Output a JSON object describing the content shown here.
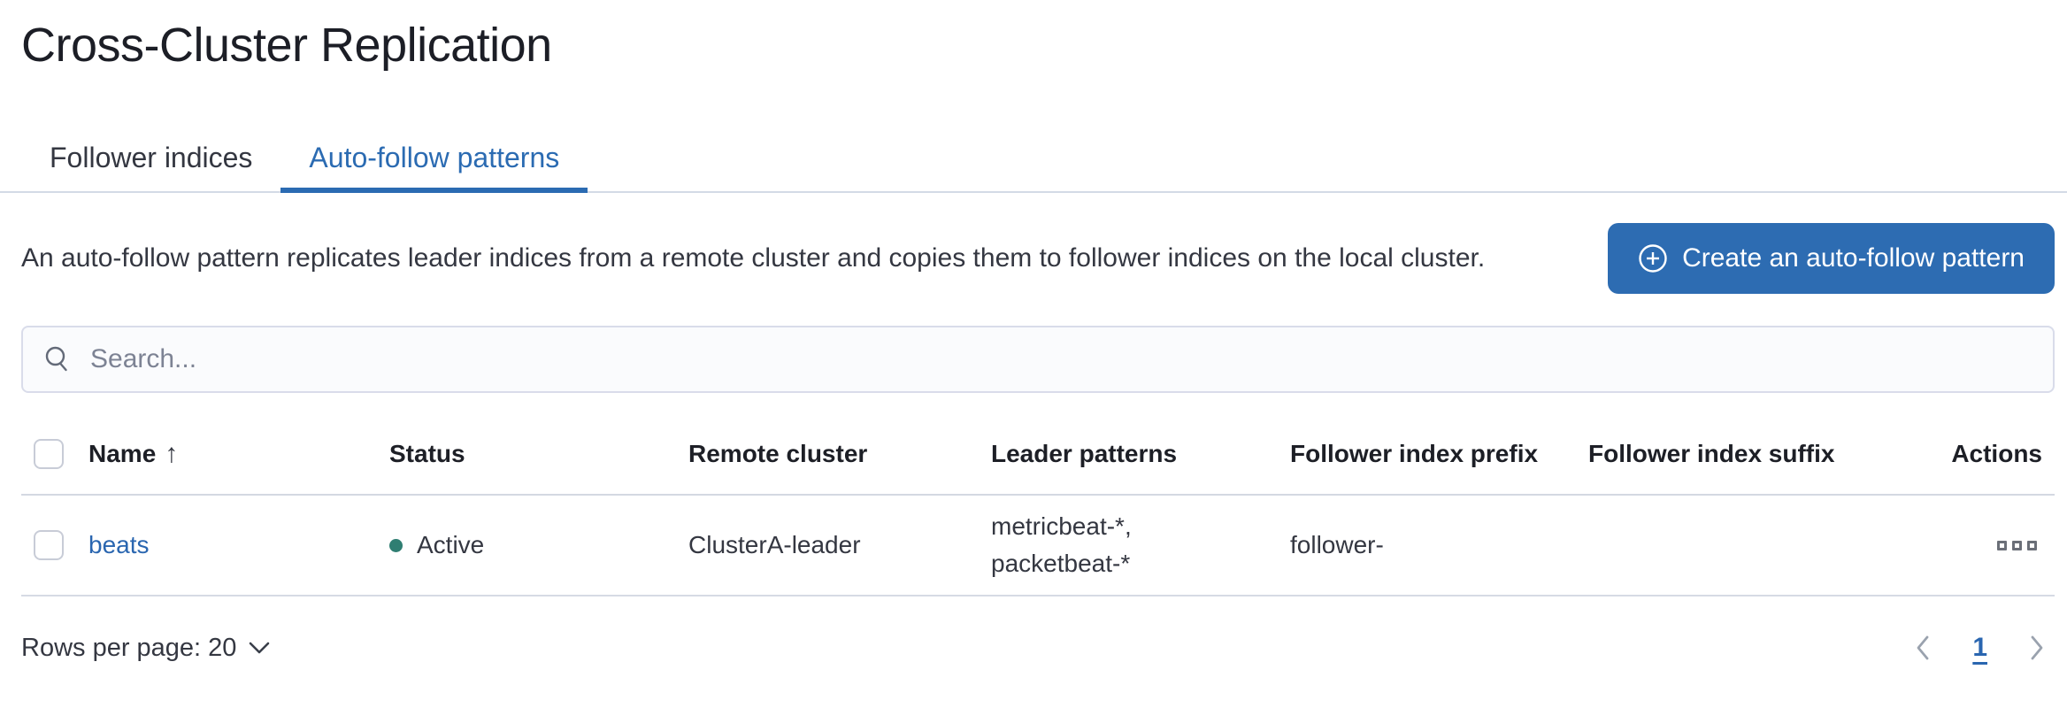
{
  "page": {
    "title": "Cross-Cluster Replication"
  },
  "tabs": [
    {
      "label": "Follower indices",
      "active": false
    },
    {
      "label": "Auto-follow patterns",
      "active": true
    }
  ],
  "description": "An auto-follow pattern replicates leader indices from a remote cluster and copies them to follower indices on the local cluster.",
  "create_button": {
    "label": "Create an auto-follow pattern",
    "icon": "plus-in-circle-icon"
  },
  "search": {
    "placeholder": "Search...",
    "icon": "search-icon"
  },
  "table": {
    "columns": {
      "name": "Name",
      "status": "Status",
      "remote_cluster": "Remote cluster",
      "leader_patterns": "Leader patterns",
      "follower_index_prefix": "Follower index prefix",
      "follower_index_suffix": "Follower index suffix",
      "actions": "Actions"
    },
    "sort": {
      "column": "Name",
      "direction": "ascending",
      "icon_glyph": "↑"
    },
    "rows": [
      {
        "name": "beats",
        "status": "Active",
        "remote_cluster": "ClusterA-leader",
        "leader_patterns": "metricbeat-*, packetbeat-*",
        "follower_index_prefix": "follower-",
        "follower_index_suffix": "",
        "actions_icon": "boxes-horizontal-icon"
      }
    ]
  },
  "footer": {
    "rows_per_page_label": "Rows per page: 20",
    "current_page": "1",
    "prev_icon": "chevron-left-icon",
    "next_icon": "chevron-right-icon"
  },
  "colors": {
    "primary": "#2d6cb2",
    "link": "#2a66b0",
    "status_active_dot": "#2f7e72",
    "border_light": "#d3dae6",
    "text": "#343741",
    "placeholder": "#7d8394"
  }
}
